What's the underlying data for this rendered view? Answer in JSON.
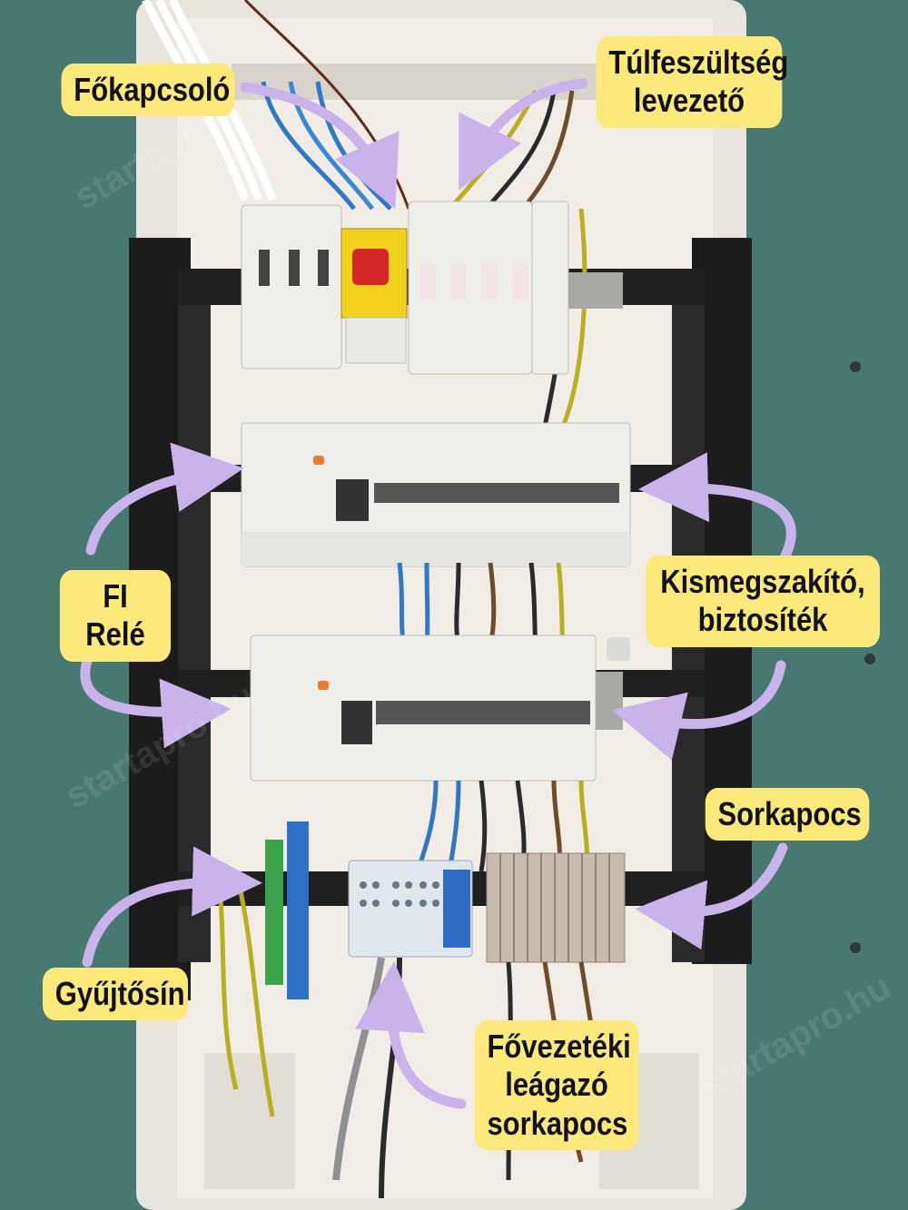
{
  "image": {
    "subject": "panel-photo",
    "watermark": "startapro.hu"
  },
  "labels": {
    "fokapcsolo": "Főkapcsoló",
    "tulfeszultseg": {
      "line1": "Túlfeszültség",
      "line2": "levezető"
    },
    "fi_rele": "FI Relé",
    "kismegszakito": {
      "line1": "Kismegszakító,",
      "line2": "biztosíték"
    },
    "sorkapocs": "Sorkapocs",
    "gyujtosin": "Gyűjtősín",
    "fovezeteki": {
      "line1": "Fővezetéki",
      "line2": "leágazó",
      "line3": "sorkapocs"
    }
  },
  "colors": {
    "label_bg": "#fde97a",
    "arrow": "#c9b3ea",
    "wall": "#4e7f79",
    "enclosure": "#e9e4dc"
  }
}
